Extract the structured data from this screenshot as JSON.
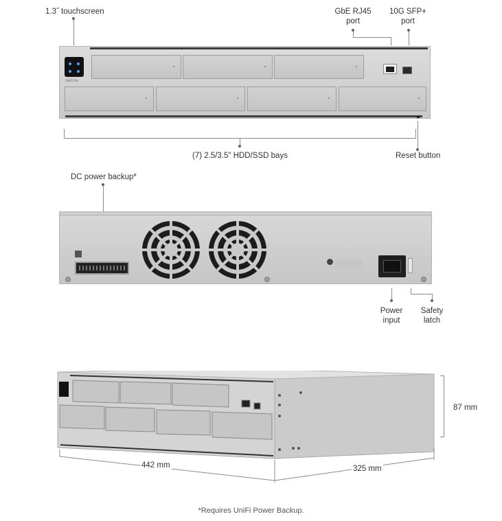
{
  "labels": {
    "touchscreen": "1.3˝ touchscreen",
    "rj45_line1": "GbE RJ45",
    "rj45_line2": "port",
    "sfp_line1": "10G SFP+",
    "sfp_line2": "port",
    "bays": "(7) 2.5/3.5\" HDD/SSD bays",
    "reset": "Reset button",
    "dc_backup": "DC power backup*",
    "power_line1": "Power",
    "power_line2": "input",
    "latch_line1": "Safety",
    "latch_line2": "latch",
    "height": "87 mm",
    "width": "442 mm",
    "depth": "325 mm"
  },
  "device": {
    "front_label": "UNAS Pro"
  },
  "footnote": "*Requires UniFi Power Backup.",
  "colors": {
    "chassis": "#d2d2d2",
    "rail": "#3d3d3d",
    "text": "#333333"
  }
}
